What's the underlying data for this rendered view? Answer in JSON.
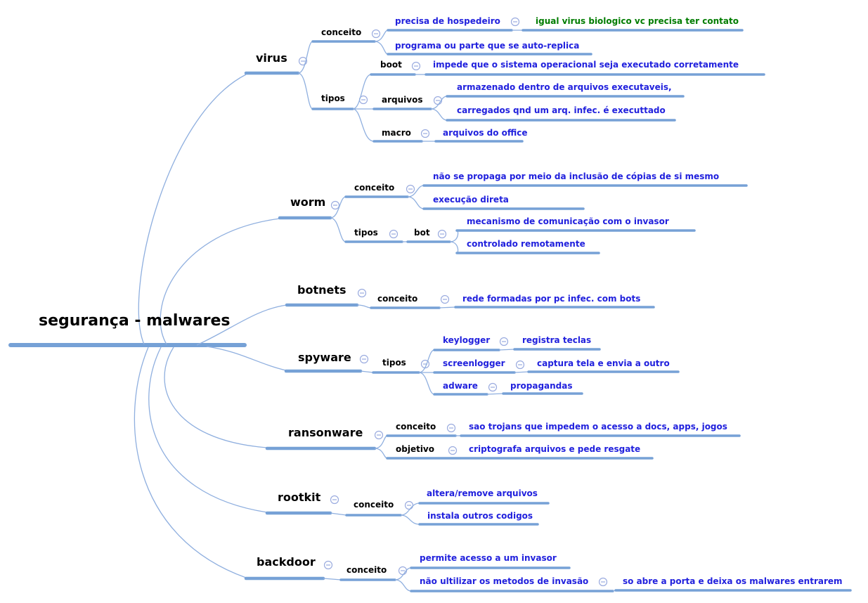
{
  "title": "segurança - malwares",
  "colors": {
    "background": "#ffffff",
    "node_line": "#76a1d6",
    "edge_curve": "#8fafdf",
    "collapse_icon": "#9aabdf",
    "topic_text": "#000000",
    "detail_text": "#2121dd",
    "note_text": "#007c00"
  },
  "icons": {
    "collapse_glyph": "minus-circle"
  },
  "tree": {
    "label": "segurança - malwares",
    "kind": "root",
    "children": [
      {
        "label": "virus",
        "kind": "branch",
        "children": [
          {
            "label": "conceito",
            "kind": "keyword",
            "children": [
              {
                "label": "precisa de hospedeiro",
                "kind": "detail",
                "children": [
                  {
                    "label": "igual virus biologico vc precisa ter contato",
                    "kind": "note",
                    "children": []
                  }
                ]
              },
              {
                "label": "programa ou parte que se auto-replica",
                "kind": "detail",
                "children": []
              }
            ]
          },
          {
            "label": "tipos",
            "kind": "keyword",
            "children": [
              {
                "label": "boot",
                "kind": "keyword",
                "children": [
                  {
                    "label": "impede que o sistema operacional seja executado corretamente",
                    "kind": "detail",
                    "children": []
                  }
                ]
              },
              {
                "label": "arquivos",
                "kind": "keyword",
                "children": [
                  {
                    "label": "armazenado dentro de arquivos executaveis,",
                    "kind": "detail",
                    "children": []
                  },
                  {
                    "label": "carregados qnd um arq. infec. é executtado",
                    "kind": "detail",
                    "children": []
                  }
                ]
              },
              {
                "label": "macro",
                "kind": "keyword",
                "children": [
                  {
                    "label": "arquivos do office",
                    "kind": "detail",
                    "children": []
                  }
                ]
              }
            ]
          }
        ]
      },
      {
        "label": "worm",
        "kind": "branch",
        "children": [
          {
            "label": "conceito",
            "kind": "keyword",
            "children": [
              {
                "label": "não se propaga por meio da inclusão de cópias de si mesmo",
                "kind": "detail",
                "children": []
              },
              {
                "label": "execução direta",
                "kind": "detail",
                "children": []
              }
            ]
          },
          {
            "label": "tipos",
            "kind": "keyword",
            "children": [
              {
                "label": "bot",
                "kind": "keyword",
                "children": [
                  {
                    "label": "mecanismo de comunicação com o invasor",
                    "kind": "detail",
                    "children": []
                  },
                  {
                    "label": "controlado remotamente",
                    "kind": "detail",
                    "children": []
                  }
                ]
              }
            ]
          }
        ]
      },
      {
        "label": "botnets",
        "kind": "branch",
        "children": [
          {
            "label": "conceito",
            "kind": "keyword",
            "children": [
              {
                "label": "rede formadas por pc infec. com bots",
                "kind": "detail",
                "children": []
              }
            ]
          }
        ]
      },
      {
        "label": "spyware",
        "kind": "branch",
        "children": [
          {
            "label": "tipos",
            "kind": "keyword",
            "children": [
              {
                "label": "keylogger",
                "kind": "detail",
                "children": [
                  {
                    "label": "registra teclas",
                    "kind": "detail",
                    "children": []
                  }
                ]
              },
              {
                "label": "screenlogger",
                "kind": "detail",
                "children": [
                  {
                    "label": "captura tela e envia a outro",
                    "kind": "detail",
                    "children": []
                  }
                ]
              },
              {
                "label": "adware",
                "kind": "detail",
                "children": [
                  {
                    "label": "propagandas",
                    "kind": "detail",
                    "children": []
                  }
                ]
              }
            ]
          }
        ]
      },
      {
        "label": "ransonware",
        "kind": "branch",
        "children": [
          {
            "label": "conceito",
            "kind": "keyword",
            "children": [
              {
                "label": "sao trojans que impedem o acesso a docs, apps, jogos",
                "kind": "detail",
                "children": []
              }
            ]
          },
          {
            "label": "objetivo",
            "kind": "keyword",
            "children": [
              {
                "label": "criptografa arquivos e pede resgate",
                "kind": "detail",
                "children": []
              }
            ]
          }
        ]
      },
      {
        "label": "rootkit",
        "kind": "branch",
        "children": [
          {
            "label": "conceito",
            "kind": "keyword",
            "children": [
              {
                "label": "altera/remove arquivos",
                "kind": "detail",
                "children": []
              },
              {
                "label": "instala outros codigos",
                "kind": "detail",
                "children": []
              }
            ]
          }
        ]
      },
      {
        "label": "backdoor",
        "kind": "branch",
        "children": [
          {
            "label": "conceito",
            "kind": "keyword",
            "children": [
              {
                "label": "permite acesso a um invasor",
                "kind": "detail",
                "children": []
              },
              {
                "label": "não ultilizar os metodos de invasão",
                "kind": "detail",
                "children": [
                  {
                    "label": "so abre a porta e deixa os malwares entrarem",
                    "kind": "detail",
                    "children": []
                  }
                ]
              }
            ]
          }
        ]
      }
    ]
  }
}
